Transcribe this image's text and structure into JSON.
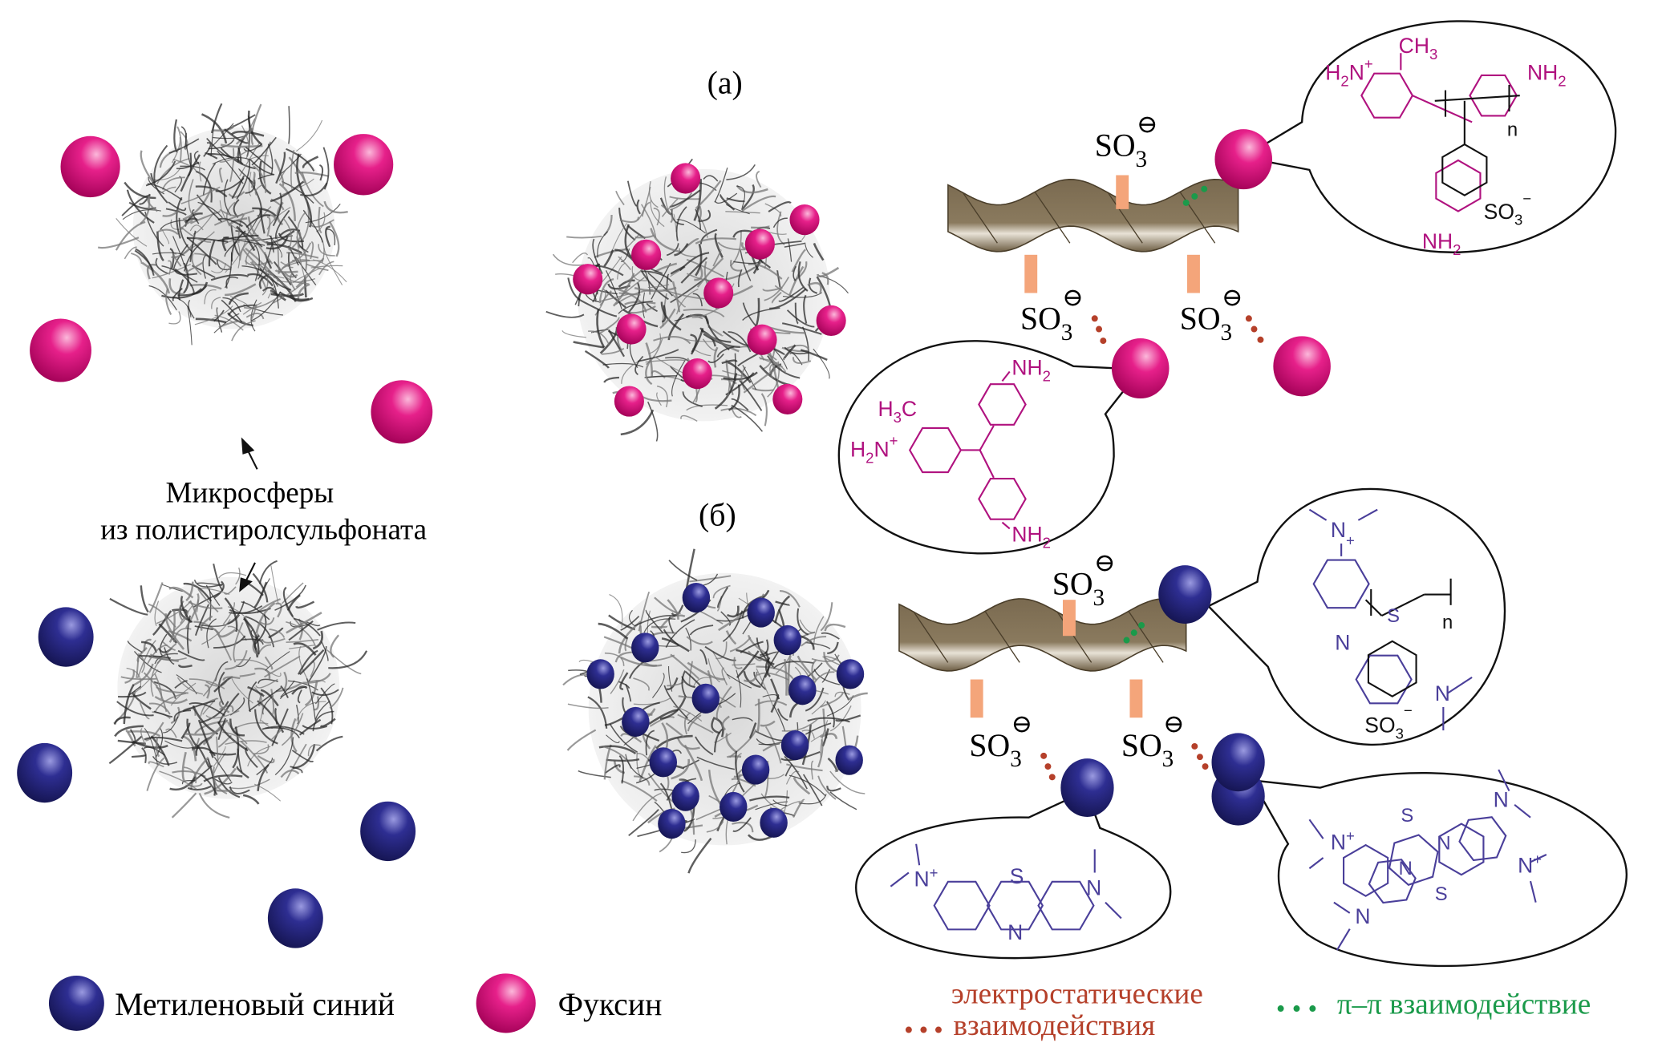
{
  "labels": {
    "panel_a": "(а)",
    "panel_b": "(б)",
    "microspheres_line1": "Микросферы",
    "microspheres_line2": "из полистиролсульфоната"
  },
  "so3": {
    "base": "SO",
    "sub": "3",
    "charge": "⊖"
  },
  "legend": {
    "methylene_blue": "Метиленовый синий",
    "fuchsin": "Фуксин",
    "electrostatic_line1": "электростатические",
    "electrostatic_line2": "взаимодействия",
    "pi_pi": "π–π взаимодействие",
    "dots": "..."
  },
  "chem": {
    "nh2": "NH",
    "two": "2",
    "three": "3",
    "h2n_plus_h": "H",
    "n": "N",
    "plus": "+",
    "minus": "−",
    "ch3": "CH",
    "h3c_h": "H",
    "h3c_c": "C",
    "s": "S",
    "n_repeat": "n",
    "so3_plain": "SO"
  },
  "colors": {
    "fuchsin": "#e0157f",
    "methylene_blue": "#2a2a8c",
    "electrostatic": "#b5402a",
    "pi_pi": "#1a9a4a",
    "helix": "#7a6a50",
    "stick": "#f4a57a"
  }
}
